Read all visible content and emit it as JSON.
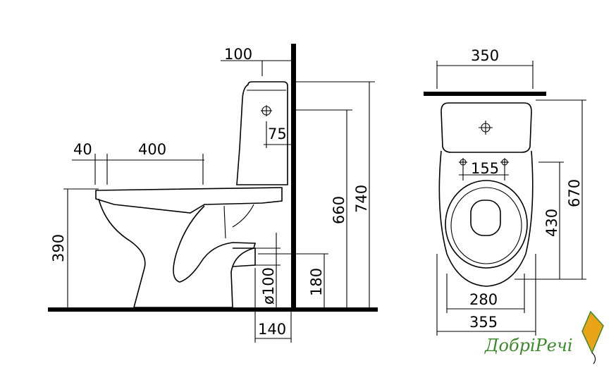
{
  "side_view": {
    "dim_cistern_offset": "100",
    "dim_rim_overhang": "40",
    "dim_bowl_length": "400",
    "dim_inlet_offset": "75",
    "dim_seat_height": "390",
    "dim_inlet_height": "660",
    "dim_total_height": "740",
    "dim_outlet_height": "180",
    "dim_outlet_diameter": "ø100",
    "dim_outlet_depth": "140"
  },
  "top_view": {
    "dim_tank_width": "350",
    "dim_mount_spacing": "155",
    "dim_mount_depth": "430",
    "dim_total_depth": "670",
    "dim_foot_width": "280",
    "dim_total_width": "355"
  },
  "logo": {
    "text": "ДобріРечі",
    "color": "#3b8a2a",
    "accent_color": "#e8a317"
  }
}
